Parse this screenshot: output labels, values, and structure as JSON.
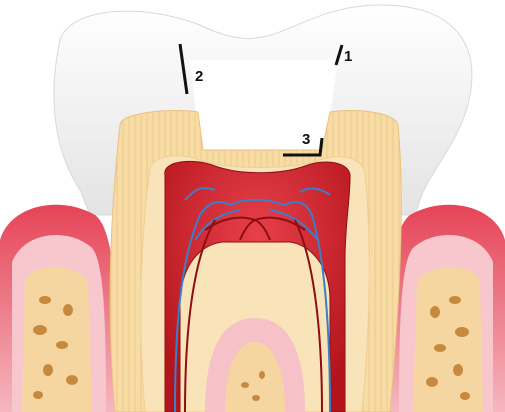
{
  "labels": {
    "one": "1",
    "two": "2",
    "three": "3"
  },
  "colors": {
    "enamel": "#f3f3f3",
    "dentin": "#f6d9a0",
    "pulp": "#d6242b",
    "gum": "#f07a86",
    "bone": "#f3cf92",
    "blood_vessel_blue": "#3a7fc7",
    "marker": "#111111"
  }
}
